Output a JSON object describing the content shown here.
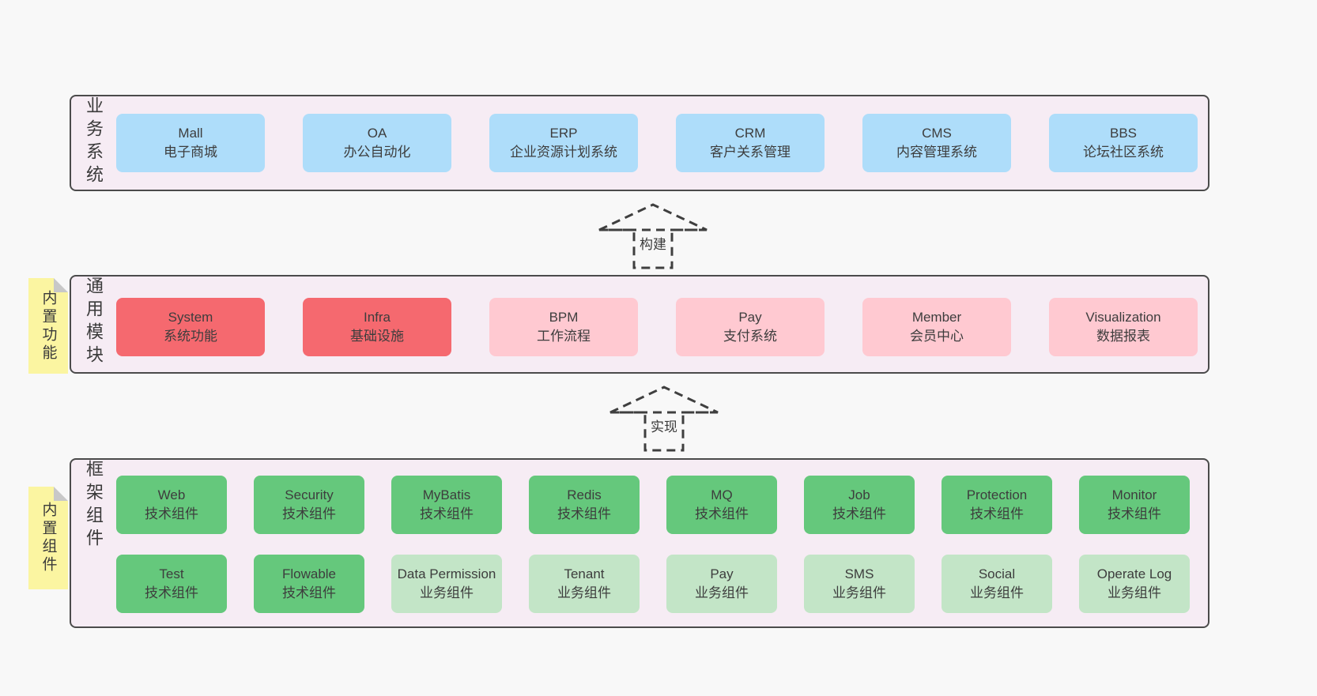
{
  "colors": {
    "page_bg": "#f8f8f8",
    "section_bg": "#f6ecf4",
    "section_border": "#4b4b4b",
    "blue": "#aeddfa",
    "red": "#f5696f",
    "pink": "#ffc9d1",
    "green": "#65c87c",
    "green_light": "#c3e5c7",
    "sticky_yellow": "#fbf5a1",
    "text": "#3d3d3d"
  },
  "arrows": {
    "build": "构建",
    "implement": "实现"
  },
  "sections": {
    "business": {
      "label": "业务系统",
      "boxes": [
        {
          "name": "Mall",
          "desc": "电子商城"
        },
        {
          "name": "OA",
          "desc": "办公自动化"
        },
        {
          "name": "ERP",
          "desc": "企业资源计划系统"
        },
        {
          "name": "CRM",
          "desc": "客户关系管理"
        },
        {
          "name": "CMS",
          "desc": "内容管理系统"
        },
        {
          "name": "BBS",
          "desc": "论坛社区系统"
        }
      ]
    },
    "modules": {
      "label": "通用模块",
      "sticky": "内置功能",
      "boxes": [
        {
          "name": "System",
          "desc": "系统功能"
        },
        {
          "name": "Infra",
          "desc": "基础设施"
        },
        {
          "name": "BPM",
          "desc": "工作流程"
        },
        {
          "name": "Pay",
          "desc": "支付系统"
        },
        {
          "name": "Member",
          "desc": "会员中心"
        },
        {
          "name": "Visualization",
          "desc": "数据报表"
        }
      ]
    },
    "framework": {
      "label": "框架组件",
      "sticky": "内置组件",
      "row1": [
        {
          "name": "Web",
          "desc": "技术组件"
        },
        {
          "name": "Security",
          "desc": "技术组件"
        },
        {
          "name": "MyBatis",
          "desc": "技术组件"
        },
        {
          "name": "Redis",
          "desc": "技术组件"
        },
        {
          "name": "MQ",
          "desc": "技术组件"
        },
        {
          "name": "Job",
          "desc": "技术组件"
        },
        {
          "name": "Protection",
          "desc": "技术组件"
        },
        {
          "name": "Monitor",
          "desc": "技术组件"
        }
      ],
      "row2": [
        {
          "name": "Test",
          "desc": "技术组件"
        },
        {
          "name": "Flowable",
          "desc": "技术组件"
        },
        {
          "name": "Data Permission",
          "desc": "业务组件"
        },
        {
          "name": "Tenant",
          "desc": "业务组件"
        },
        {
          "name": "Pay",
          "desc": "业务组件"
        },
        {
          "name": "SMS",
          "desc": "业务组件"
        },
        {
          "name": "Social",
          "desc": "业务组件"
        },
        {
          "name": "Operate Log",
          "desc": "业务组件"
        }
      ]
    }
  }
}
